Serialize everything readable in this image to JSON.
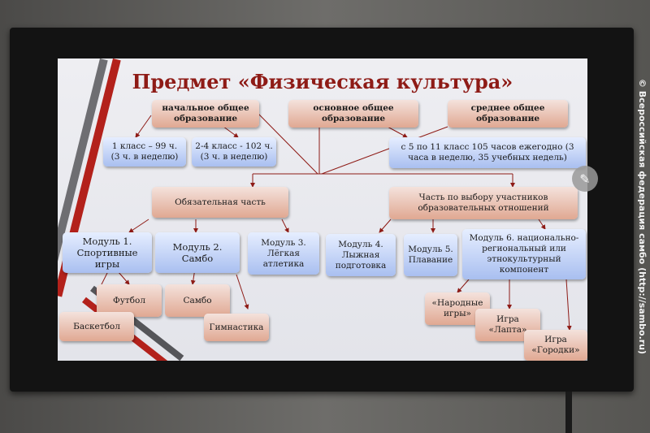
{
  "watermark": "© Всероссийская федерация самбо (http://sambo.ru)",
  "slide": {
    "title": "Предмет «Физическая культура»",
    "levels": {
      "primary": "начальное общее образование",
      "basic": "основное общее образование",
      "secondary": "среднее общее образование"
    },
    "hours": {
      "grade1": "1 класс – 99 ч. (3 ч. в неделю)",
      "grade2_4": "2-4 класс - 102 ч. (3 ч. в неделю)",
      "grade5_11": "с 5 по 11 класс 105 часов ежегодно (3 часа в неделю, 35 учебных недель)"
    },
    "parts": {
      "mandatory": "Обязательная часть",
      "optional": "Часть по выбору участников образовательных отношений"
    },
    "modules": {
      "m1": "Модуль 1. Спортивные игры",
      "m2": "Модуль 2. Самбо",
      "m3": "Модуль 3. Лёгкая атлетика",
      "m4": "Модуль 4. Лыжная подготовка",
      "m5": "Модуль 5. Плавание",
      "m6": "Модуль 6. национально-региональный или этнокультурный компонент"
    },
    "sports": {
      "football": "Футбол",
      "basketball": "Баскетбол",
      "sambo": "Самбо",
      "gymnastics": "Гимнастика",
      "folk_games": "«Народные игры»",
      "lapta": "Игра «Лапта»",
      "gorodki": "Игра «Городки»"
    }
  },
  "colors": {
    "title": "#8e1b16",
    "pink": "#e0a892",
    "blue": "#a9bff0",
    "arrow": "#8e1b16"
  }
}
